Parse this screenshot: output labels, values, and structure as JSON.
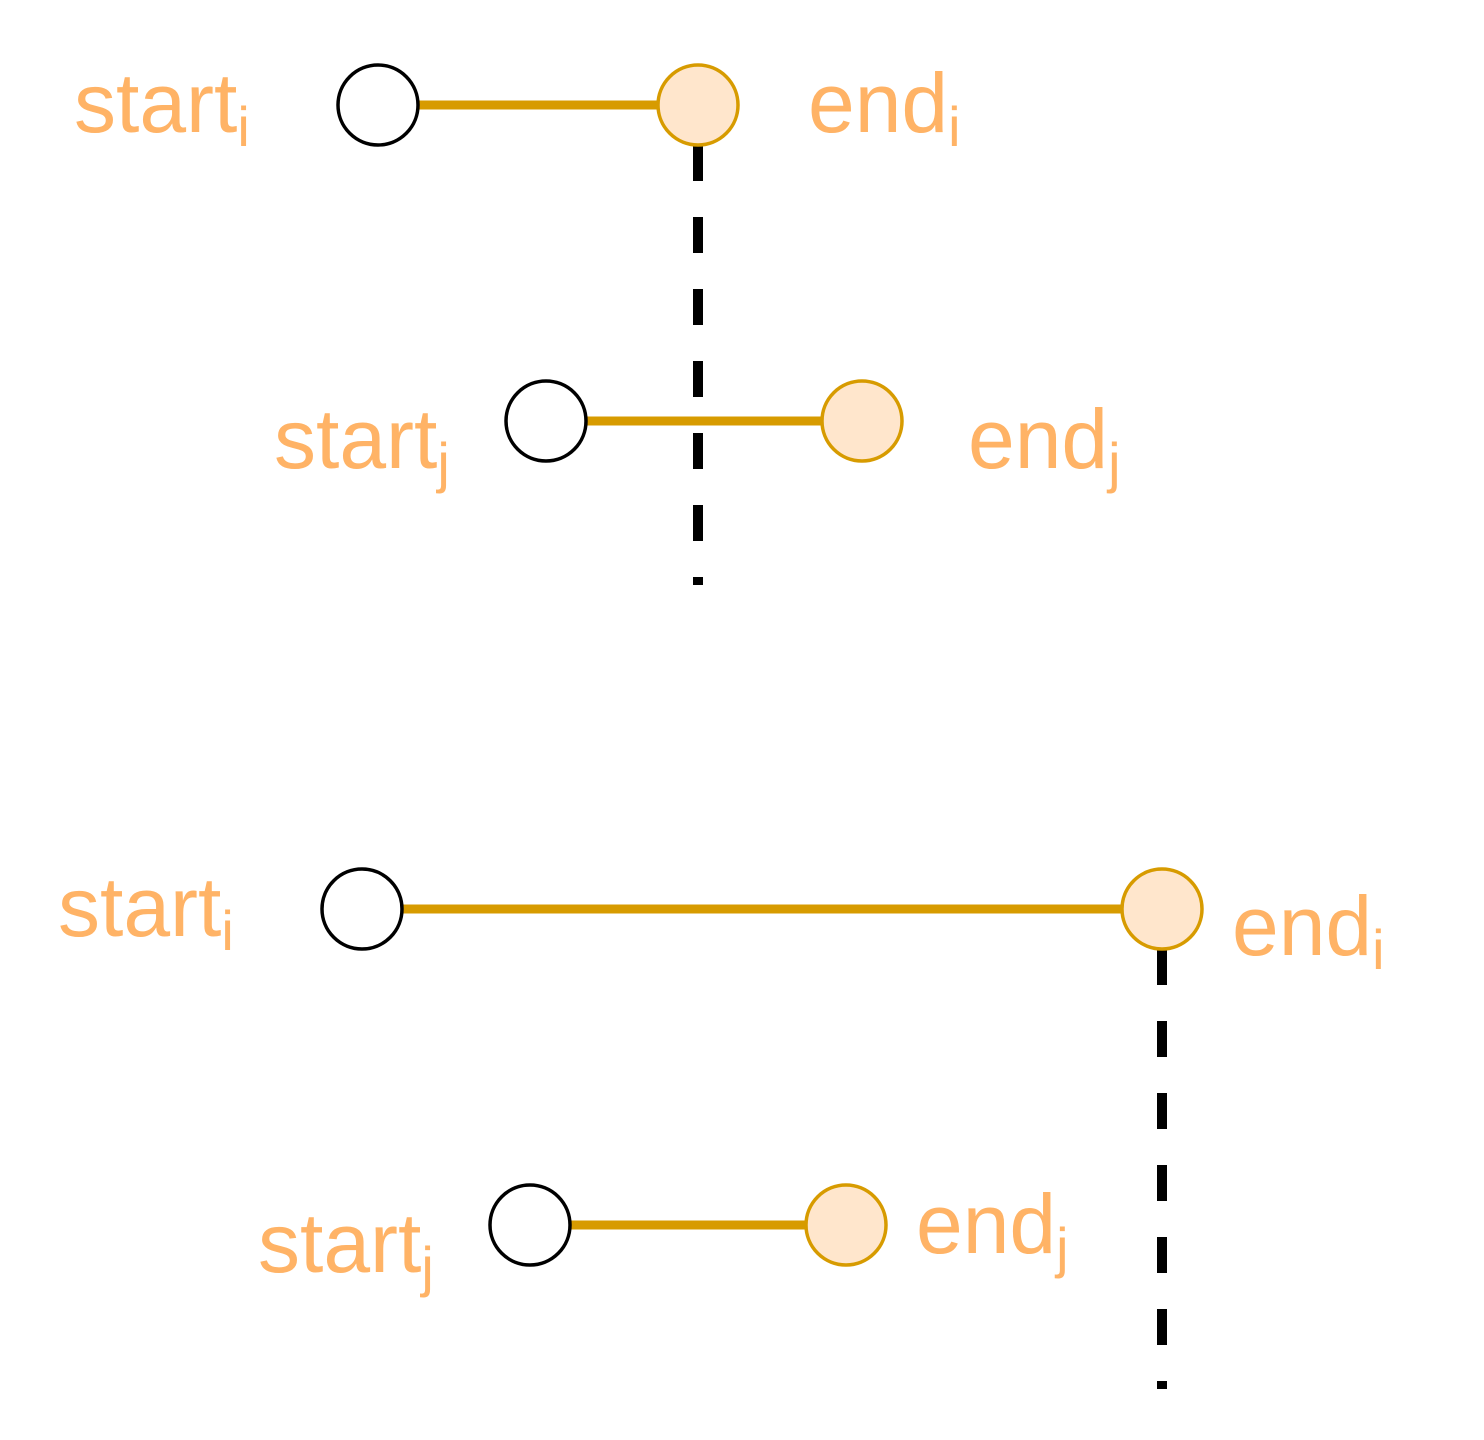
{
  "colors": {
    "label": "#FFB366",
    "segment": "#D79B00",
    "end_fill": "#FFE6CC",
    "end_stroke": "#D79B00",
    "start_fill": "#FFFFFF",
    "start_stroke": "#000000",
    "dashed": "#000000"
  },
  "diagrams": [
    {
      "interval_i": {
        "start": {
          "base": "start",
          "sub": "i"
        },
        "end": {
          "base": "end",
          "sub": "i"
        }
      },
      "interval_j": {
        "start": {
          "base": "start",
          "sub": "j"
        },
        "end": {
          "base": "end",
          "sub": "j"
        }
      }
    },
    {
      "interval_i": {
        "start": {
          "base": "start",
          "sub": "i"
        },
        "end": {
          "base": "end",
          "sub": "i"
        }
      },
      "interval_j": {
        "start": {
          "base": "start",
          "sub": "j"
        },
        "end": {
          "base": "end",
          "sub": "j"
        }
      }
    }
  ]
}
